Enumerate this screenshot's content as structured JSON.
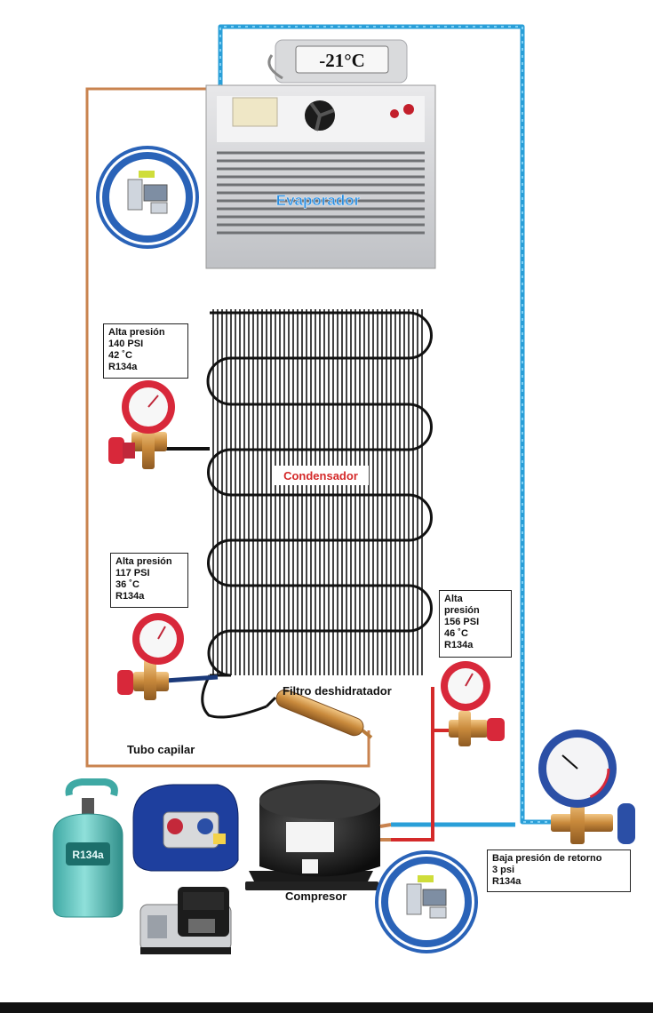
{
  "thermostat": {
    "display": "-21°C"
  },
  "evaporator": {
    "label": "Evaporador"
  },
  "condenser": {
    "label": "Condensador"
  },
  "filter": {
    "label": "Filtro deshidratador"
  },
  "capillary": {
    "label": "Tubo capilar"
  },
  "compressor": {
    "label": "Compresor"
  },
  "gauge_boxes": {
    "top": [
      "Alta presión",
      "140 PSI",
      "42 ˚C",
      "R134a"
    ],
    "middle": [
      "Alta presión",
      "117 PSI",
      "36 ˚C",
      "R134a"
    ],
    "right": [
      "Alta",
      "presión",
      "156 PSI",
      "46 ˚C",
      "R134a"
    ],
    "return": [
      "Baja presión de retorno",
      "3 psi",
      "R134a"
    ]
  },
  "refrigerant_tank": {
    "label": "R134a"
  },
  "colors": {
    "suction_line": "#2a9fd8",
    "capillary_line": "#c9834f",
    "discharge_line": "#d42a2a",
    "condenser_tube": "#111111",
    "gauge_red": "#d8283a",
    "gauge_blue": "#2b4fa6",
    "tank": "#5ec9c4"
  }
}
